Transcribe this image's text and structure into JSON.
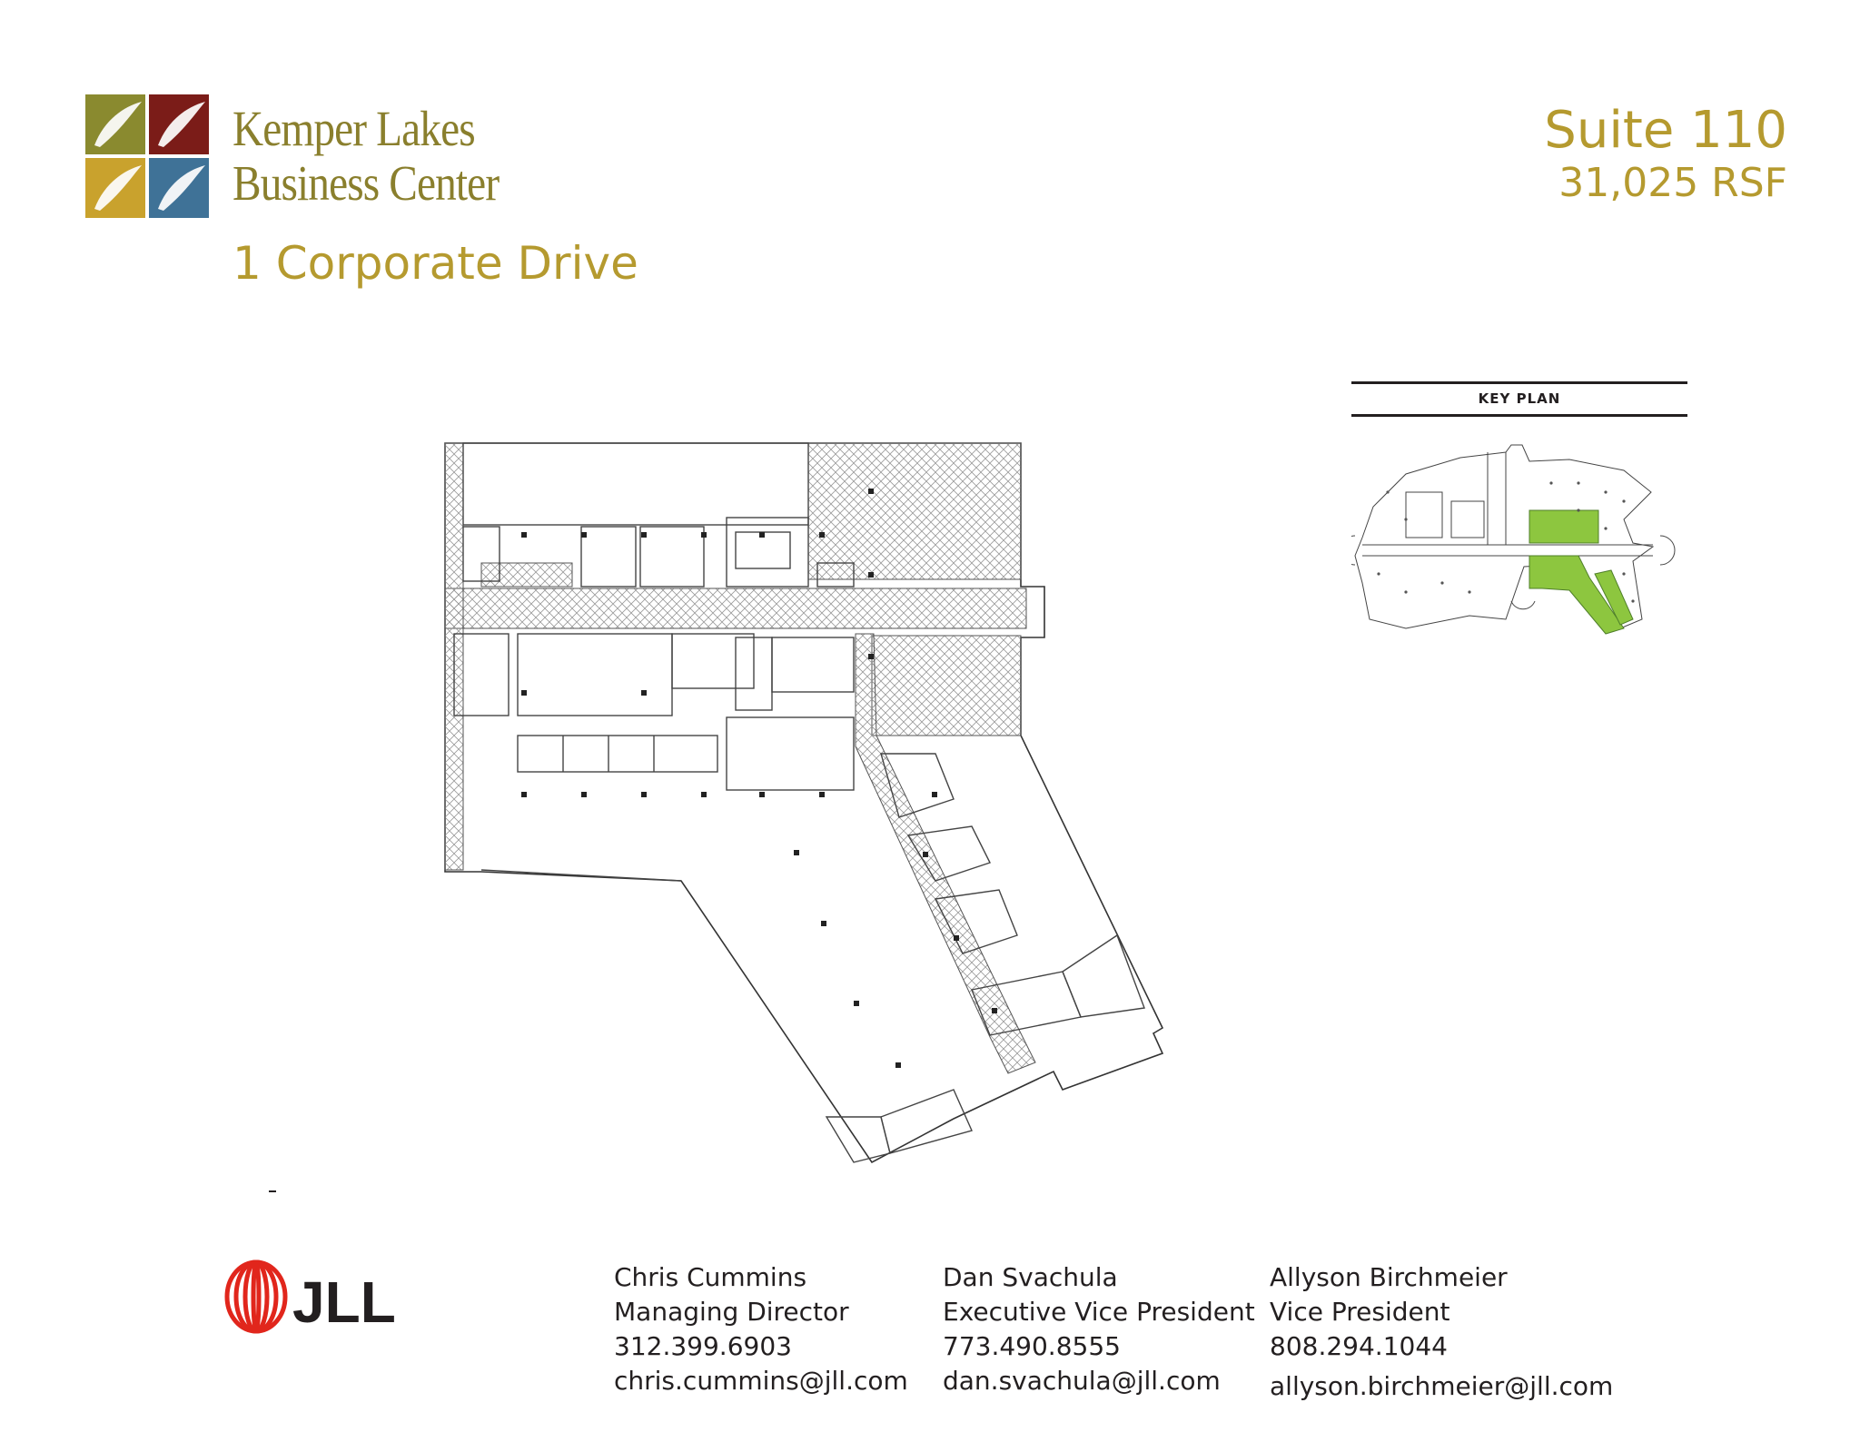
{
  "brand": {
    "name_line1": "Kemper Lakes",
    "name_line2": "Business Center",
    "logo_colors": [
      "#8a8a2f",
      "#7b1c18",
      "#c9a22d",
      "#3f7297"
    ]
  },
  "property": {
    "address": "1 Corporate Drive",
    "suite": "Suite 110",
    "rsf": "31,025 RSF",
    "accent_color": "#b59a2f"
  },
  "keyplan": {
    "label": "KEY PLAN",
    "highlight_color": "#8dc63f"
  },
  "agency": {
    "logo_text": "JLL",
    "logo_color": "#e1261c"
  },
  "contacts": [
    {
      "name": "Chris Cummins",
      "title": "Managing Director",
      "phone": "312.399.6903",
      "email": "chris.cummins@jll.com"
    },
    {
      "name": "Dan Svachula",
      "title": "Executive Vice President",
      "phone": "773.490.8555",
      "email": "dan.svachula@jll.com"
    },
    {
      "name": "Allyson Birchmeier",
      "title": "Vice President",
      "phone": "808.294.1044",
      "email": "allyson.birchmeier@jll.com"
    }
  ]
}
